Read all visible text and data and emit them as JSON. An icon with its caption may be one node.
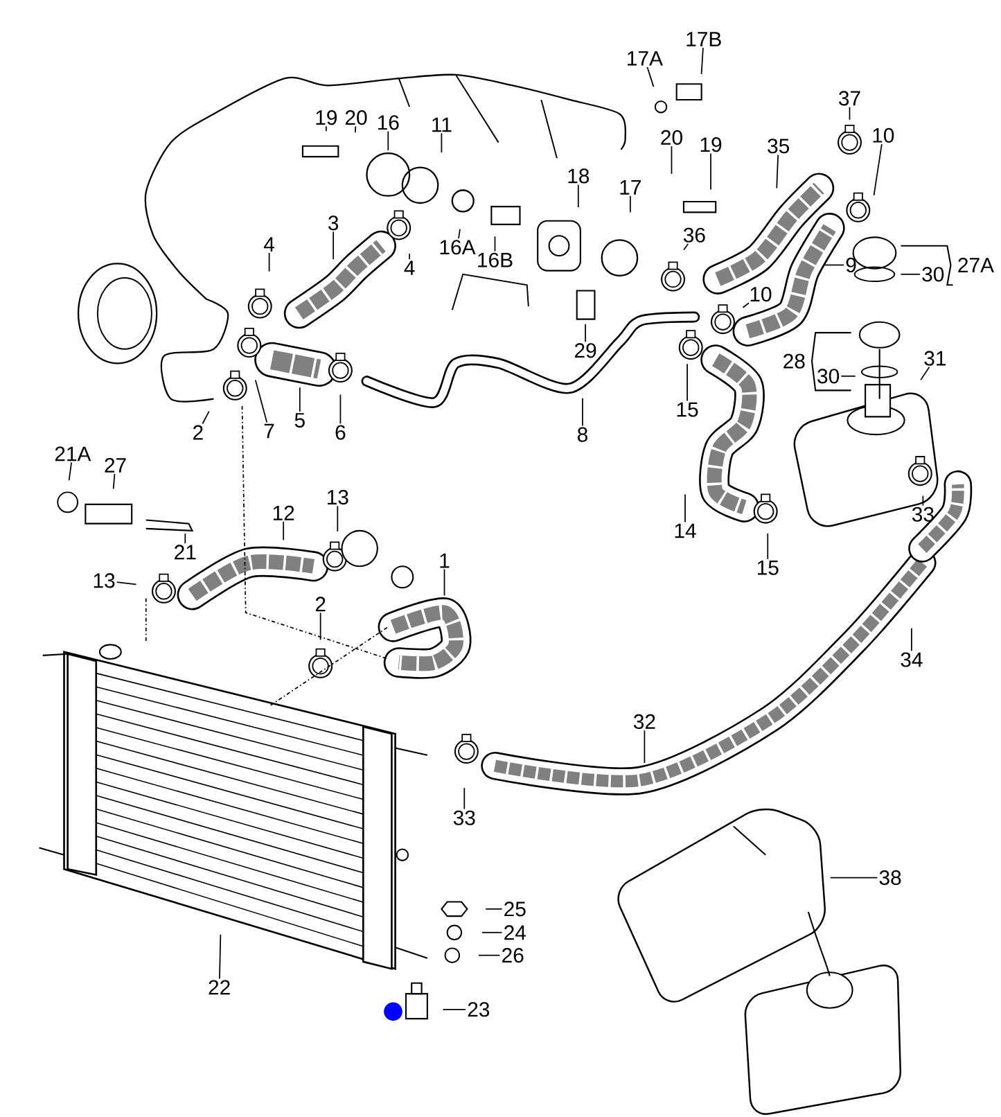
{
  "diagram": {
    "nodes": [
      {
        "text": [
          "17B"
        ]
      },
      {
        "text": [
          "17A"
        ]
      },
      {
        "text": [
          "19"
        ]
      },
      {
        "text": [
          "20"
        ]
      },
      {
        "text": [
          "16"
        ]
      },
      {
        "text": [
          "11"
        ]
      },
      {
        "text": [
          "37"
        ]
      },
      {
        "text": [
          "10"
        ]
      },
      {
        "text": [
          "20"
        ]
      },
      {
        "text": [
          "19"
        ]
      },
      {
        "text": [
          "35"
        ]
      },
      {
        "text": [
          "18"
        ]
      },
      {
        "text": [
          "17"
        ]
      },
      {
        "text": [
          "3"
        ]
      },
      {
        "text": [
          "4"
        ]
      },
      {
        "text": [
          "16A"
        ]
      },
      {
        "text": [
          "4"
        ]
      },
      {
        "text": [
          "36"
        ]
      },
      {
        "text": [
          "16B"
        ]
      },
      {
        "text": [
          "9"
        ]
      },
      {
        "text": [
          "30"
        ]
      },
      {
        "text": [
          "10"
        ]
      },
      {
        "text": [
          "29"
        ]
      },
      {
        "text": [
          "31"
        ]
      },
      {
        "text": [
          "30"
        ]
      },
      {
        "text": [
          "15"
        ]
      },
      {
        "text": [
          "2"
        ]
      },
      {
        "text": [
          "7"
        ]
      },
      {
        "text": [
          "5"
        ]
      },
      {
        "text": [
          "6"
        ]
      },
      {
        "text": [
          "8"
        ]
      },
      {
        "text": [
          "21A"
        ]
      },
      {
        "text": [
          "27"
        ]
      },
      {
        "text": [
          "13"
        ]
      },
      {
        "text": [
          "12"
        ]
      },
      {
        "text": [
          "14"
        ]
      },
      {
        "text": [
          "21"
        ]
      },
      {
        "text": [
          "1"
        ]
      },
      {
        "text": [
          "13"
        ]
      },
      {
        "text": [
          "15"
        ]
      },
      {
        "text": [
          "33"
        ]
      },
      {
        "text": [
          "2"
        ]
      },
      {
        "text": [
          "34"
        ]
      },
      {
        "text": [
          "32"
        ]
      },
      {
        "text": [
          "33"
        ]
      },
      {
        "text": [
          "38"
        ]
      },
      {
        "text": [
          "25"
        ]
      },
      {
        "text": [
          "24"
        ]
      },
      {
        "text": [
          "26"
        ]
      },
      {
        "text": [
          "22"
        ]
      },
      {
        "text": [
          "23"
        ]
      }
    ],
    "edges": [
      {
        "from": 0,
        "to": null,
        "arrow": "none"
      },
      {
        "from": 1,
        "to": null,
        "arrow": "none"
      },
      {
        "from": 2,
        "to": null,
        "arrow": "none"
      },
      {
        "from": 3,
        "to": null,
        "arrow": "none"
      },
      {
        "from": 4,
        "to": null,
        "arrow": "none"
      },
      {
        "from": 5,
        "to": null,
        "arrow": "none"
      },
      {
        "from": 6,
        "to": null,
        "arrow": "none"
      },
      {
        "from": 7,
        "to": null,
        "arrow": "none"
      },
      {
        "from": 8,
        "to": null,
        "arrow": "none"
      },
      {
        "from": 9,
        "to": null,
        "arrow": "none"
      },
      {
        "from": 10,
        "to": null,
        "arrow": "none"
      },
      {
        "from": 11,
        "to": null,
        "arrow": "none"
      },
      {
        "from": 12,
        "to": null,
        "arrow": "none"
      },
      {
        "from": 13,
        "to": null,
        "arrow": "none"
      },
      {
        "from": 14,
        "to": null,
        "arrow": "none"
      },
      {
        "from": 15,
        "to": null,
        "arrow": "none"
      },
      {
        "from": 16,
        "to": null,
        "arrow": "none"
      },
      {
        "from": 17,
        "to": null,
        "arrow": "none"
      },
      {
        "from": 18,
        "to": null,
        "arrow": "none"
      },
      {
        "from": 19,
        "to": null,
        "arrow": "none"
      },
      {
        "from": 20,
        "to": null,
        "arrow": "none"
      },
      {
        "from": 21,
        "to": null,
        "arrow": "none"
      },
      {
        "from": 22,
        "to": null,
        "arrow": "none"
      },
      {
        "from": 23,
        "to": null,
        "arrow": "none"
      },
      {
        "from": 24,
        "to": null,
        "arrow": "none"
      },
      {
        "from": 25,
        "to": null,
        "arrow": "none"
      },
      {
        "from": 26,
        "to": null,
        "arrow": "none"
      },
      {
        "from": 27,
        "to": null,
        "arrow": "none"
      },
      {
        "from": 28,
        "to": null,
        "arrow": "none"
      },
      {
        "from": 29,
        "to": null,
        "arrow": "none"
      },
      {
        "from": 30,
        "to": null,
        "arrow": "none"
      },
      {
        "from": 31,
        "to": null,
        "arrow": "none"
      },
      {
        "from": 32,
        "to": null,
        "arrow": "none"
      },
      {
        "from": 33,
        "to": null,
        "arrow": "none"
      },
      {
        "from": 34,
        "to": null,
        "arrow": "none"
      },
      {
        "from": 35,
        "to": null,
        "arrow": "none"
      },
      {
        "from": 36,
        "to": null,
        "arrow": "none"
      },
      {
        "from": 37,
        "to": null,
        "arrow": "none"
      },
      {
        "from": 38,
        "to": null,
        "arrow": "none"
      },
      {
        "from": 39,
        "to": null,
        "arrow": "none"
      },
      {
        "from": 40,
        "to": null,
        "arrow": "none"
      },
      {
        "from": 41,
        "to": null,
        "arrow": "none"
      },
      {
        "from": 42,
        "to": null,
        "arrow": "none"
      },
      {
        "from": 43,
        "to": null,
        "arrow": "none"
      },
      {
        "from": 44,
        "to": null,
        "arrow": "none"
      },
      {
        "from": 45,
        "to": null,
        "arrow": "none"
      },
      {
        "from": 46,
        "to": null,
        "arrow": "none"
      },
      {
        "from": 47,
        "to": null,
        "arrow": "none"
      },
      {
        "from": 48,
        "to": null,
        "arrow": "none"
      },
      {
        "from": 49,
        "to": null,
        "arrow": "none"
      },
      {
        "from": 50,
        "to": null,
        "arrow": "none"
      }
    ],
    "labels": [
      "27A",
      "28"
    ]
  }
}
